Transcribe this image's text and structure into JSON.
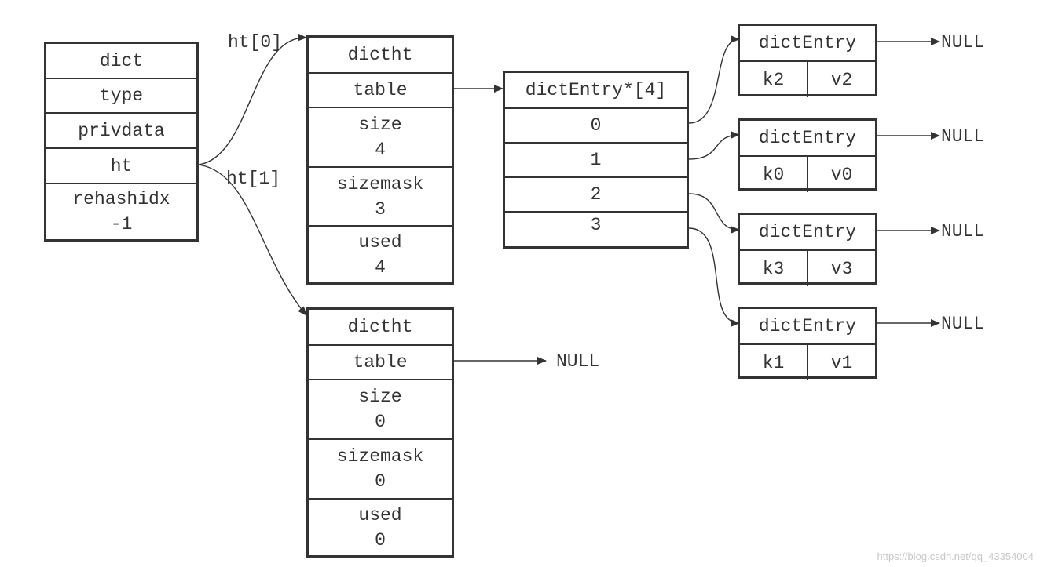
{
  "dict": {
    "fields": [
      {
        "name": "dict"
      },
      {
        "name": "type"
      },
      {
        "name": "privdata"
      },
      {
        "name": "ht"
      },
      {
        "name": "rehashidx",
        "value": "-1"
      }
    ]
  },
  "pointer_labels": {
    "ht0": "ht[0]",
    "ht1": "ht[1]"
  },
  "ht0": {
    "title": "dictht",
    "table": "table",
    "size_label": "size",
    "size_value": "4",
    "sizemask_label": "sizemask",
    "sizemask_value": "3",
    "used_label": "used",
    "used_value": "4"
  },
  "ht1": {
    "title": "dictht",
    "table": "table",
    "size_label": "size",
    "size_value": "0",
    "sizemask_label": "sizemask",
    "sizemask_value": "0",
    "used_label": "used",
    "used_value": "0",
    "table_target": "NULL"
  },
  "bucket_array": {
    "title": "dictEntry*[4]",
    "indices": [
      "0",
      "1",
      "2",
      "3"
    ]
  },
  "entries": [
    {
      "title": "dictEntry",
      "key": "k2",
      "value": "v2",
      "next": "NULL"
    },
    {
      "title": "dictEntry",
      "key": "k0",
      "value": "v0",
      "next": "NULL"
    },
    {
      "title": "dictEntry",
      "key": "k3",
      "value": "v3",
      "next": "NULL"
    },
    {
      "title": "dictEntry",
      "key": "k1",
      "value": "v1",
      "next": "NULL"
    }
  ],
  "watermark": "https://blog.csdn.net/qq_43354004"
}
